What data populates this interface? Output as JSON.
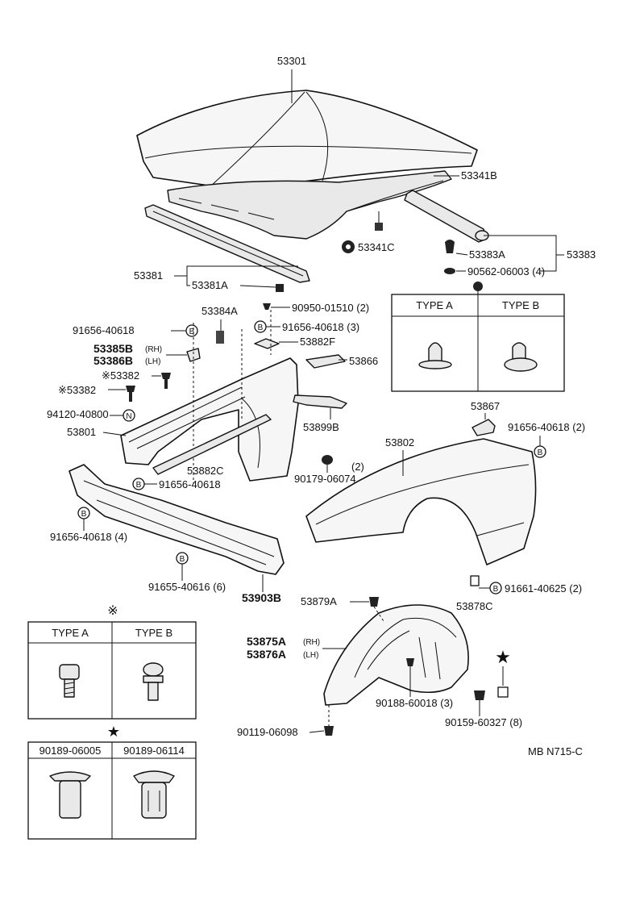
{
  "labels": {
    "p53301": "53301",
    "p53341B": "53341B",
    "p53341C": "53341C",
    "p53383A": "53383A",
    "p53383": "53383",
    "p90562": "90562-06003 (4)",
    "p53381": "53381",
    "p53381A": "53381A",
    "p53384A": "53384A",
    "p90950": "90950-01510 (2)",
    "p91656a": "91656-40618",
    "p91656b": "91656-40618 (3)",
    "p53882F": "53882F",
    "p53385B": "53385B",
    "p53385B_side": "(RH)",
    "p53386B": "53386B",
    "p53386B_side": "(LH)",
    "p53866": "53866",
    "p53382a": "※53382",
    "p53382b": "※53382",
    "p94120": "94120-40800",
    "p53899B": "53899B",
    "p53867": "53867",
    "p91656c": "91656-40618 (2)",
    "p53801": "53801",
    "p53802": "53802",
    "p53882C": "53882C",
    "p90179": "90179-06074",
    "p90179_qty": "(2)",
    "p91656d": "91656-40618",
    "p91656e": "91656-40618 (4)",
    "p91655": "91655-40616 (6)",
    "p53903B": "53903B",
    "p53879A": "53879A",
    "p91661": "91661-40625 (2)",
    "p53878C": "53878C",
    "p53875A": "53875A",
    "p53875A_side": "(RH)",
    "p53876A": "53876A",
    "p53876A_side": "(LH)",
    "p90188": "90188-60018 (3)",
    "p90159": "90159-60327 (8)",
    "p90119": "90119-06098",
    "bolt_B": "B",
    "nut_N": "N"
  },
  "clip_table": {
    "type_a": "TYPE  A",
    "type_b": "TYPE  B"
  },
  "screw_table": {
    "mark": "※",
    "type_a": "TYPE  A",
    "type_b": "TYPE  B"
  },
  "fastener_table": {
    "mark": "★",
    "col1": "90189-06005",
    "col2": "90189-06114"
  },
  "star_mark": "★",
  "footer_code": "MB  N715-C"
}
